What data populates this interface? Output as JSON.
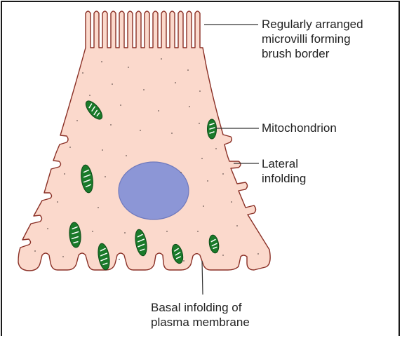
{
  "labels": {
    "brush_border_1": "Regularly arranged",
    "brush_border_2": "microvilli forming",
    "brush_border_3": "brush border",
    "mitochondrion": "Mitochondrion",
    "lateral_1": "Lateral",
    "lateral_2": "infolding",
    "basal_1": "Basal infolding of",
    "basal_2": "plasma membrane"
  },
  "colors": {
    "cytoplasm": "#fbd9cc",
    "membrane": "#8a2f25",
    "nucleus": "#8c96d6",
    "mitochondrion": "#1a7a2a"
  }
}
